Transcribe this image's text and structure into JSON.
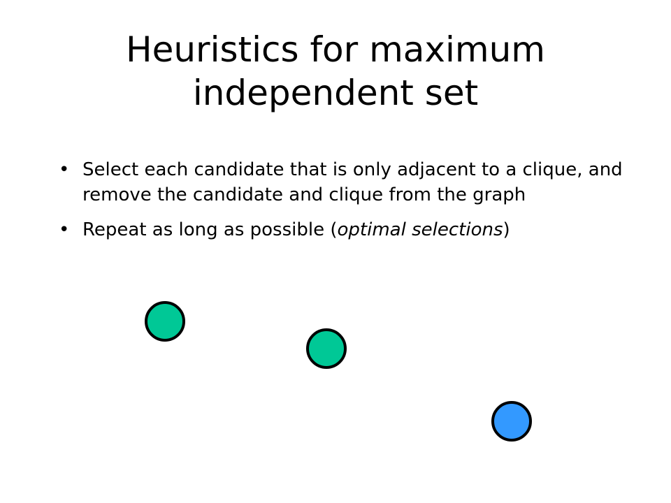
{
  "slide": {
    "title_line1": "Heuristics for maximum",
    "title_line2": "independent set",
    "bullets": [
      {
        "marker": "•",
        "text": "Select each candidate that is only adjacent to a clique, and remove the candidate and clique from the graph"
      },
      {
        "marker": "•",
        "text_before": "Repeat as long as possible (",
        "text_italic": "optimal selections",
        "text_after": ")"
      }
    ]
  },
  "graph": {
    "nodes": [
      {
        "id": "node-1",
        "color": "#00c896",
        "stroke": "#000000"
      },
      {
        "id": "node-2",
        "color": "#00c896",
        "stroke": "#000000"
      },
      {
        "id": "node-3",
        "color": "#3399ff",
        "stroke": "#000000"
      }
    ]
  }
}
